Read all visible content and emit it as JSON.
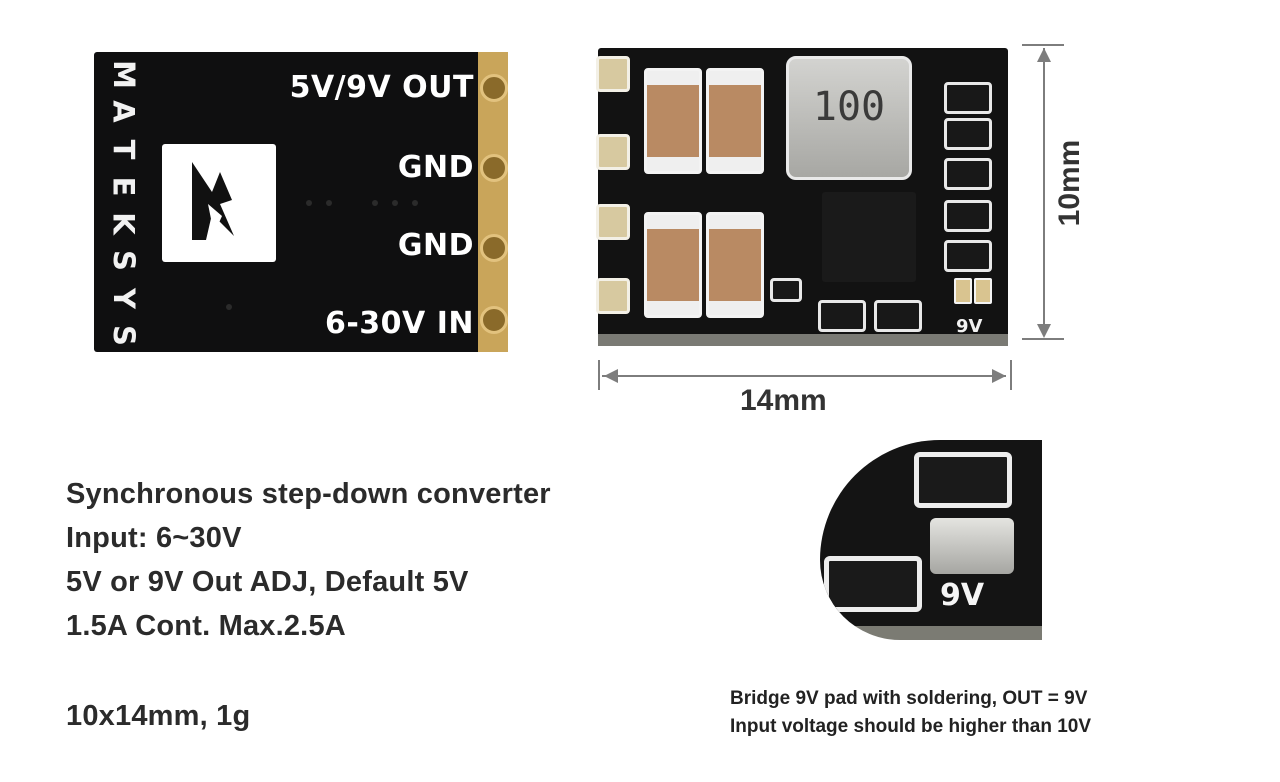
{
  "board_back": {
    "brand_letters": [
      "M",
      "A",
      "T",
      "E",
      "K",
      "S",
      "Y",
      "S"
    ],
    "pads": {
      "out": "5V/9V OUT",
      "gnd1": "GND",
      "gnd2": "GND",
      "in": "6-30V IN"
    }
  },
  "board_front": {
    "inductor_marking": "100",
    "silk_9v": "9V"
  },
  "dimensions": {
    "height": "10mm",
    "width": "14mm"
  },
  "zoom_inset": {
    "silk_9v": "9V"
  },
  "specs": {
    "line1": "Synchronous step-down converter",
    "line2": "Input: 6~30V",
    "line3": "5V or 9V Out ADJ, Default 5V",
    "line4": "1.5A Cont. Max.2.5A",
    "line5": "10x14mm, 1g"
  },
  "notes": {
    "line1": "Bridge 9V pad with soldering, OUT = 9V",
    "line2": "Input voltage should be higher than 10V"
  },
  "colors": {
    "pcb": "#121212",
    "gold_pad": "#c9a55a",
    "text": "#2b2b2b",
    "background": "#ffffff"
  }
}
